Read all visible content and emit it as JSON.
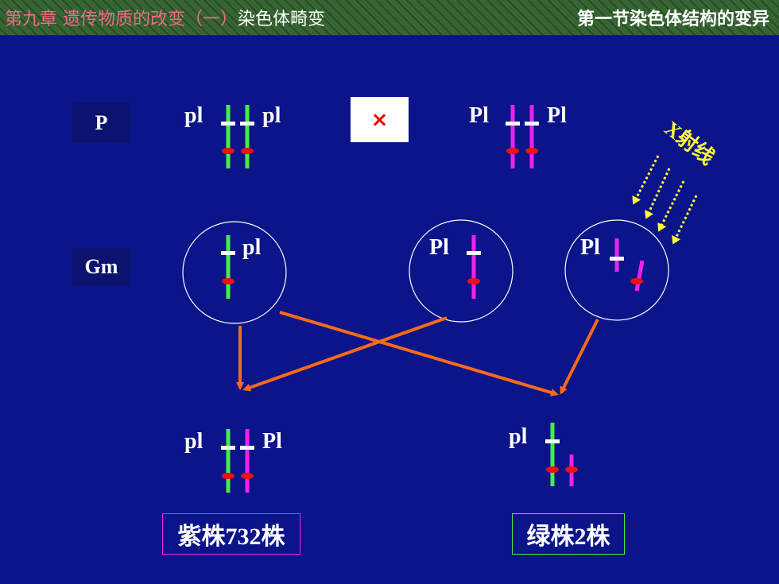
{
  "header": {
    "title_main": "第九章 遗传物质的改变（一）",
    "title_sub": "染色体畸变",
    "section": "第一节染色体结构的变异"
  },
  "labels": {
    "parent": "P",
    "gamete": "Gm",
    "cross_symbol": "×",
    "xray": "X射线"
  },
  "alleles": {
    "recessive": "pl",
    "dominant": "Pl"
  },
  "results": {
    "purple": "紫株732株",
    "green": "绿株2株"
  },
  "colors": {
    "background": "#0b1489",
    "green_chromosome": "#44ee44",
    "purple_chromosome": "#ee22ee",
    "centromere": "#ee1111",
    "arrow": "#ff6a1a",
    "xray": "#ffff33"
  }
}
